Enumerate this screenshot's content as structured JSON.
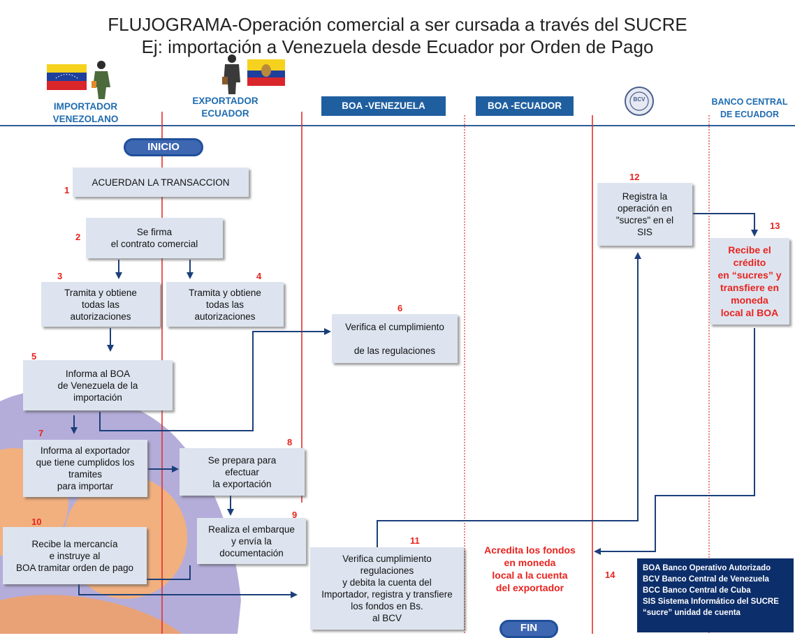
{
  "header": {
    "title_line1": "FLUJOGRAMA-Operación comercial a ser cursada a través del SUCRE",
    "title_line2": "Ej: importación a Venezuela desde Ecuador  por Orden de Pago"
  },
  "lanes": {
    "importador": "IMPORTADOR\nVENEZOLANO",
    "exportador": "EXPORTADOR\nECUADOR",
    "boa_venezuela": "BOA -VENEZUELA",
    "boa_ecuador": "BOA -ECUADOR",
    "banco_central": "BANCO CENTRAL\nDE ECUADOR",
    "bcv_seal": "BCV"
  },
  "terminals": {
    "inicio": "INICIO",
    "fin": "FIN"
  },
  "steps": {
    "s1": {
      "num": "1",
      "text": "ACUERDAN LA TRANSACCION"
    },
    "s2": {
      "num": "2",
      "text": "Se firma\nel contrato comercial"
    },
    "s3": {
      "num": "3",
      "text": "Tramita y obtiene\ntodas las\nautorizaciones"
    },
    "s4": {
      "num": "4",
      "text": "Tramita y obtiene\ntodas las\nautorizaciones"
    },
    "s5": {
      "num": "5",
      "text": "Informa al BOA\nde Venezuela de la\nimportación"
    },
    "s6": {
      "num": "6",
      "text": "Verifica el cumplimiento\n\nde las regulaciones"
    },
    "s7": {
      "num": "7",
      "text": "Informa al exportador\nque tiene cumplidos los\ntramites\npara importar"
    },
    "s8": {
      "num": "8",
      "text": "Se prepara para\nefectuar\nla exportación"
    },
    "s9": {
      "num": "9",
      "text": "Realiza el embarque\ny envía la\ndocumentación"
    },
    "s10": {
      "num": "10",
      "text": "Recibe la mercancía\ne instruye al\nBOA tramitar orden de pago"
    },
    "s11": {
      "num": "11",
      "text": "Verifica cumplimiento\nregulaciones\ny debita  la cuenta del\nImportador, registra y transfiere\nlos fondos en Bs.\nal BCV"
    },
    "s12": {
      "num": "12",
      "text": "Registra la\noperación en\n\"sucres\" en el\nSIS"
    },
    "s13": {
      "num": "13",
      "text": "Recibe el\ncrédito\nen “sucres” y\ntransfiere en\nmoneda\nlocal al BOA"
    },
    "s14": {
      "num": "14",
      "text": "Acredita los fondos\nen moneda\nlocal a la cuenta\ndel exportador"
    }
  },
  "legend": [
    "BOA Banco Operativo Autorizado",
    "BCV Banco Central de Venezuela",
    "BCC Banco Central de Cuba",
    "SIS Sistema Informático del SUCRE",
    "“sucre” unidad de cuenta"
  ],
  "colors": {
    "lane_text": "#1f6cb0",
    "lane_box": "#1f5fa0",
    "step_number": "#e8231f",
    "box_fill": "#dde4ef",
    "arrow": "#1b3f7a",
    "legend_bg": "#0c2e6b"
  }
}
